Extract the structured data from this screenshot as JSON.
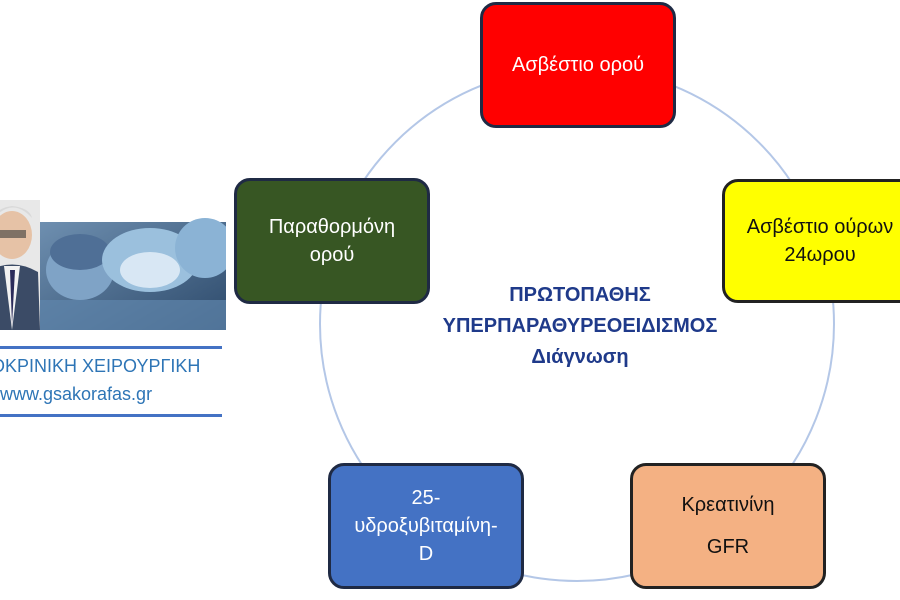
{
  "diagram": {
    "center": [
      "ΠΡΩΤΟΠΑΘΗΣ",
      "ΥΠΕΡΠΑΡΑΘΥΡΕΟΕΙΔΙΣΜΟΣ",
      "Διάγνωση"
    ],
    "nodes": [
      {
        "lines": [
          "Ασβέστιο ορού"
        ],
        "fill": "#ff0000"
      },
      {
        "lines": [
          "Ασβέστιο ούρων",
          "24ωρου"
        ],
        "fill": "#ffff00"
      },
      {
        "lines": [
          "Κρεατινίνη",
          "GFR"
        ],
        "fill": "#f4b183"
      },
      {
        "lines": [
          "25-",
          "υδροξυβιταμίνη-",
          "D"
        ],
        "fill": "#4472c4"
      },
      {
        "lines": [
          "Παραθορμόνη",
          "ορού"
        ],
        "fill": "#375623"
      }
    ],
    "ring_color": "#b4c7e7"
  },
  "branding": {
    "specialty": "ΟΚΡΙΝΙΚΗ ΧΕΙΡΟΥΡΓΙΚΗ",
    "website": "www.gsakorafas.gr",
    "accent": "#2e75b6"
  }
}
